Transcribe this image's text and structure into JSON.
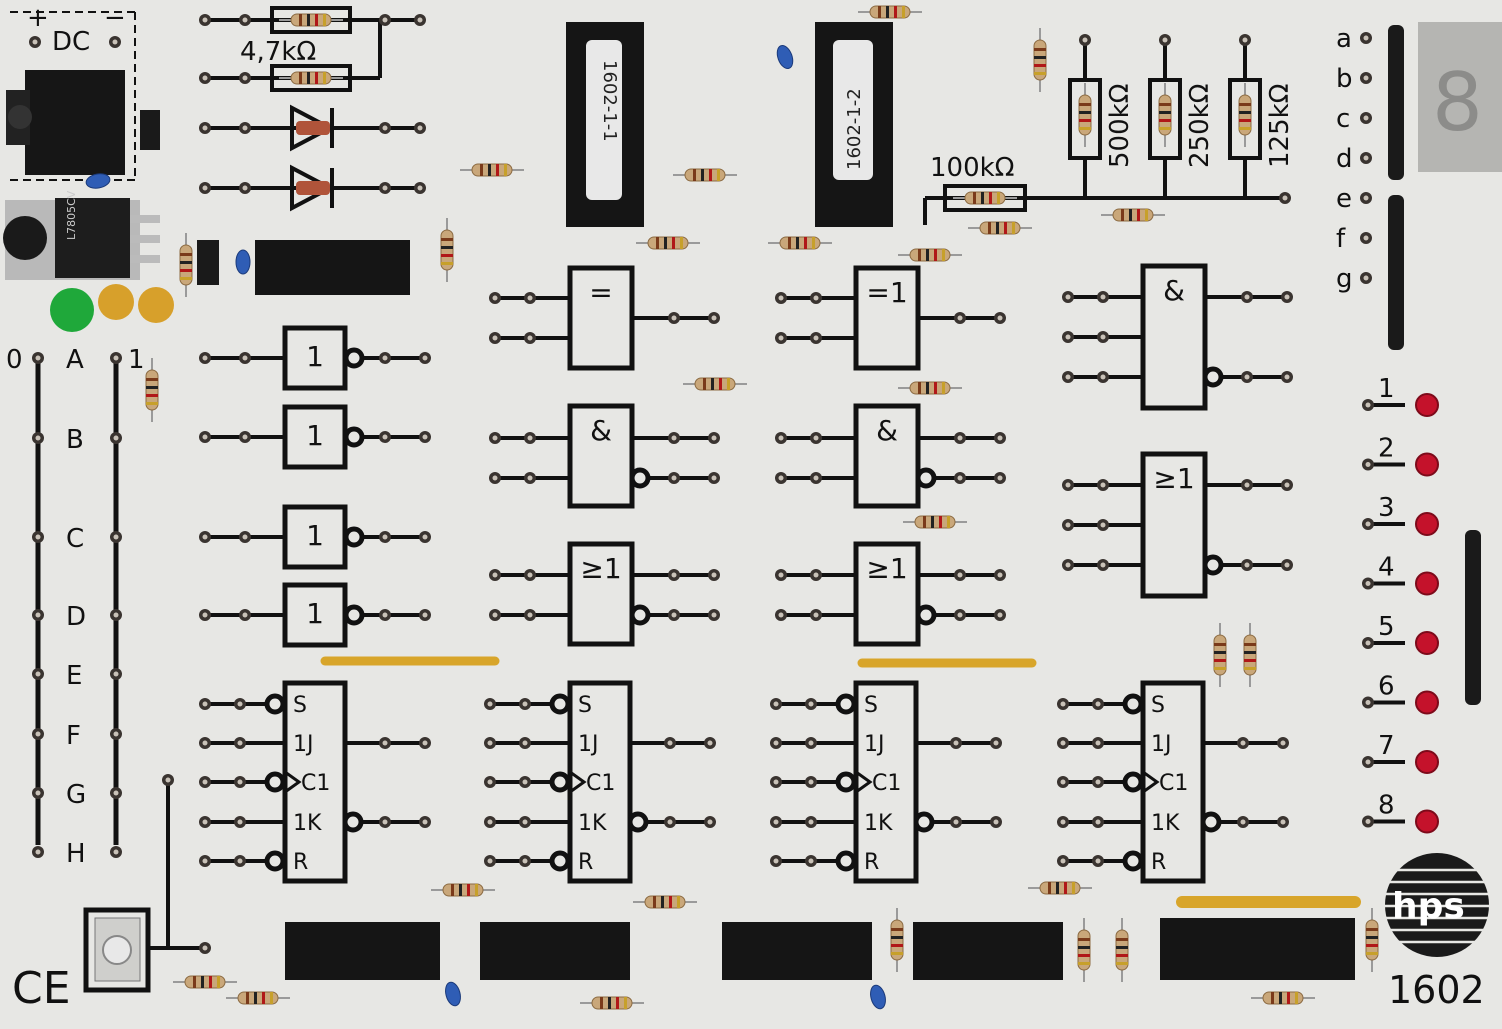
{
  "board": {
    "dc_label": "DC",
    "plus": "+",
    "minus": "−",
    "ce_mark": "CE",
    "brand": "hps",
    "model": "1602"
  },
  "chips": {
    "ic1": "1602-1-1",
    "ic2": "1602-1-2",
    "regulator": "L7805CV"
  },
  "resistors": {
    "r_top": "4,7kΩ",
    "r_100k": "100kΩ",
    "r_500k": "500kΩ",
    "r_250k": "250kΩ",
    "r_125k": "125kΩ"
  },
  "switches": {
    "zero": "0",
    "one": "1",
    "labels": [
      "A",
      "B",
      "C",
      "D",
      "E",
      "F",
      "G",
      "H"
    ]
  },
  "segments": [
    "a",
    "b",
    "c",
    "d",
    "e",
    "f",
    "g"
  ],
  "leds": [
    "1",
    "2",
    "3",
    "4",
    "5",
    "6",
    "7",
    "8"
  ],
  "gates": {
    "inv": "1",
    "xnor": "=",
    "xor": "=1",
    "and": "&",
    "or": "≥1"
  },
  "flipflop": {
    "pins": [
      "S",
      "1J",
      "C1",
      "1K",
      "R"
    ]
  }
}
